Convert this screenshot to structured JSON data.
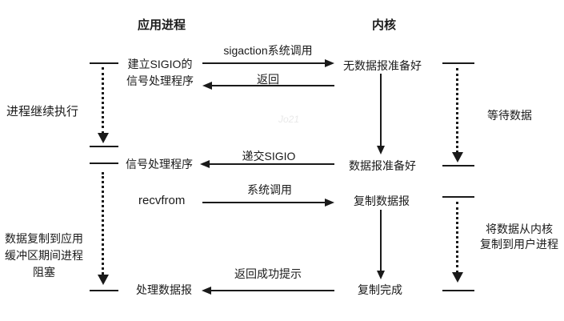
{
  "headers": {
    "app": "应用进程",
    "kernel": "内核"
  },
  "app_column": {
    "setup_sigio_line1": "建立SIGIO的",
    "setup_sigio_line2": "信号处理程序",
    "signal_handler": "信号处理程序",
    "recvfrom": "recvfrom",
    "process_datagram": "处理数据报"
  },
  "kernel_column": {
    "no_datagram_ready": "无数据报准备好",
    "datagram_ready": "数据报准备好",
    "copy_datagram": "复制数据报",
    "copy_complete": "复制完成"
  },
  "transitions": {
    "sigaction_syscall": "sigaction系统调用",
    "return_label": "返回",
    "deliver_sigio": "递交SIGIO",
    "syscall": "系统调用",
    "return_success": "返回成功提示"
  },
  "annotations": {
    "process_continues": "进程继续执行",
    "blocking_line1": "数据复制到应用",
    "blocking_line2": "缓冲区期间进程",
    "blocking_line3": "阻塞",
    "wait_data": "等待数据",
    "copy_note_line1": "将数据从内核",
    "copy_note_line2": "复制到用户进程"
  },
  "watermark": "Jo21",
  "colors": {
    "ink": "#1a1a1a",
    "background": "#ffffff"
  }
}
